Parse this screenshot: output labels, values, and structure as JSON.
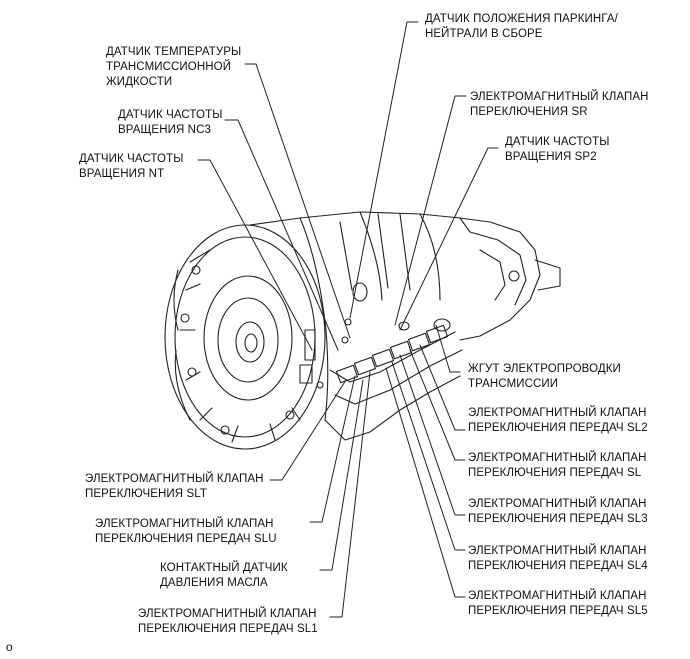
{
  "labels": {
    "park_neutral_sensor": "ДАТЧИК ПОЛОЖЕНИЯ ПАРКИНГА/\nНЕЙТРАЛИ В СБОРЕ",
    "fluid_temp_sensor": "ДАТЧИК ТЕМПЕРАТУРЫ\nТРАНСМИССИОННОЙ\nЖИДКОСТИ",
    "speed_sensor_nc3": "ДАТЧИК ЧАСТОТЫ\nВРАЩЕНИЯ NC3",
    "speed_sensor_nt": "ДАТЧИК ЧАСТОТЫ\nВРАЩЕНИЯ NT",
    "solenoid_sr": "ЭЛЕКТРОМАГНИТНЫЙ КЛАПАН\nПЕРЕКЛЮЧЕНИЯ SR",
    "speed_sensor_sp2": "ДАТЧИК ЧАСТОТЫ\nВРАЩЕНИЯ SP2",
    "wire_harness": "ЖГУТ ЭЛЕКТРОПРОВОДКИ\nТРАНСМИССИИ",
    "solenoid_sl2": "ЭЛЕКТРОМАГНИТНЫЙ КЛАПАН\nПЕРЕКЛЮЧЕНИЯ ПЕРЕДАЧ SL2",
    "solenoid_sl": "ЭЛЕКТРОМАГНИТНЫЙ КЛАПАН\nПЕРЕКЛЮЧЕНИЯ ПЕРЕДАЧ SL",
    "solenoid_sl3": "ЭЛЕКТРОМАГНИТНЫЙ КЛАПАН\nПЕРЕКЛЮЧЕНИЯ ПЕРЕДАЧ SL3",
    "solenoid_sl4": "ЭЛЕКТРОМАГНИТНЫЙ КЛАПАН\nПЕРЕКЛЮЧЕНИЯ ПЕРЕДАЧ SL4",
    "solenoid_sl5": "ЭЛЕКТРОМАГНИТНЫЙ КЛАПАН\nПЕРЕКЛЮЧЕНИЯ ПЕРЕДАЧ SL5",
    "solenoid_slt": "ЭЛЕКТРОМАГНИТНЫЙ КЛАПАН\nПЕРЕКЛЮЧЕНИЯ SLT",
    "solenoid_slu": "ЭЛЕКТРОМАГНИТНЫЙ КЛАПАН\nПЕРЕКЛЮЧЕНИЯ ПЕРЕДАЧ SLU",
    "oil_pressure_switch": "КОНТАКТНЫЙ ДАТЧИК\nДАВЛЕНИЯ МАСЛА",
    "solenoid_sl1": "ЭЛЕКТРОМАГНИТНЫЙ КЛАПАН\nПЕРЕКЛЮЧЕНИЯ ПЕРЕДАЧ SL1"
  },
  "figure_code": "o"
}
